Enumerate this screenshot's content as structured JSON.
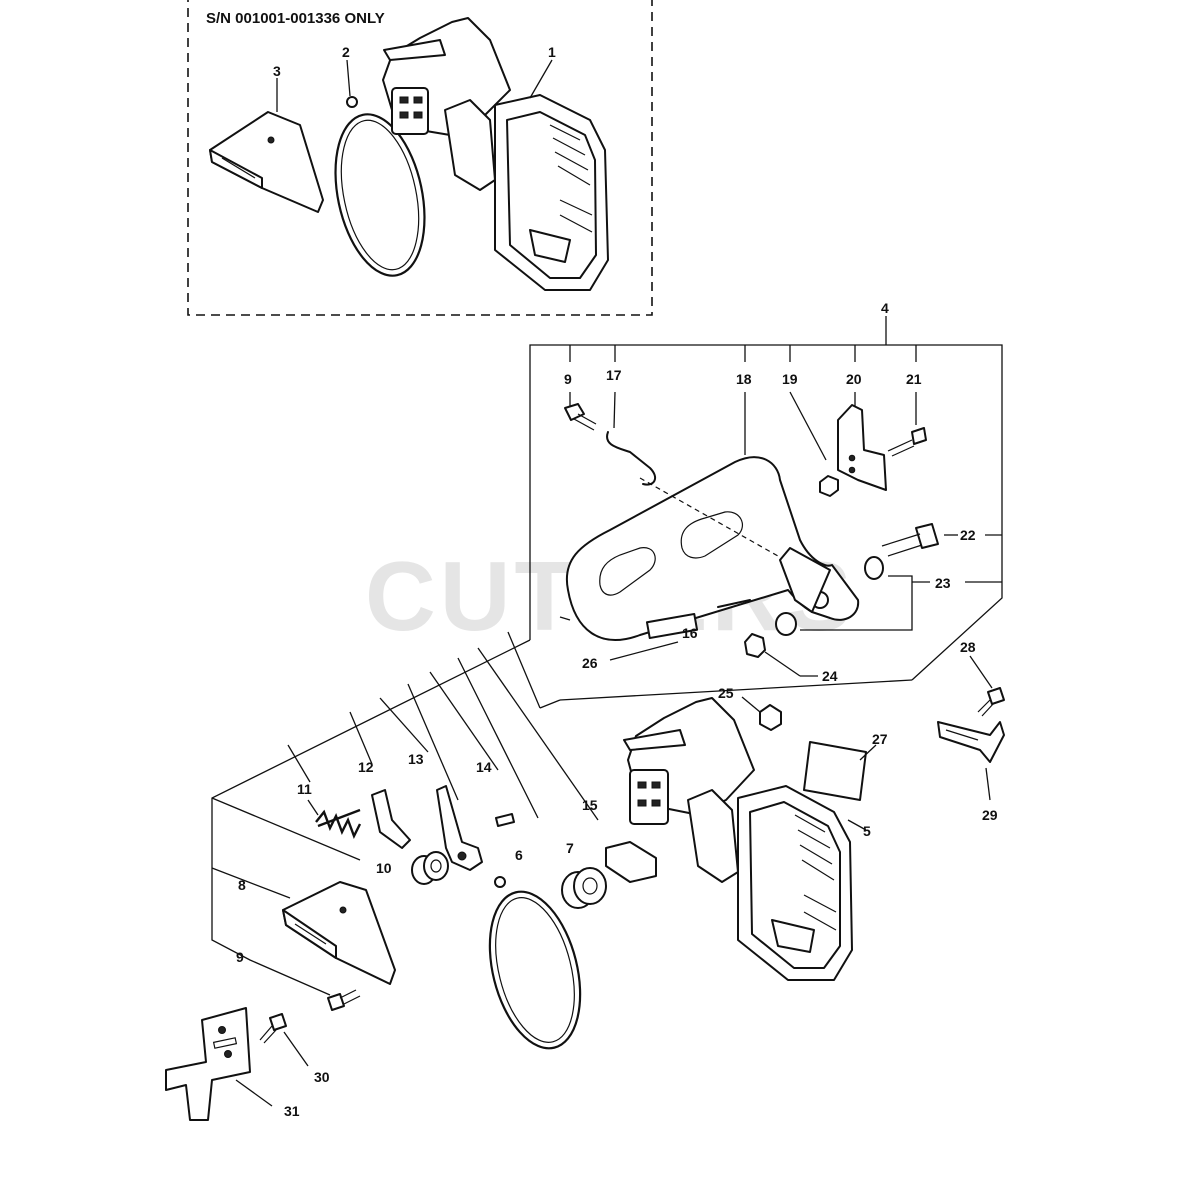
{
  "inset_note": "S/N 001001-001336 ONLY",
  "watermark": "CUTLERS",
  "callouts": {
    "c1": "1",
    "c2": "2",
    "c3": "3",
    "c4": "4",
    "c5": "5",
    "c6": "6",
    "c7": "7",
    "c8": "8",
    "c9a": "9",
    "c9b": "9",
    "c10": "10",
    "c11": "11",
    "c12": "12",
    "c13": "13",
    "c14": "14",
    "c15": "15",
    "c16": "16",
    "c17": "17",
    "c18": "18",
    "c19": "19",
    "c20": "20",
    "c21": "21",
    "c22": "22",
    "c23": "23",
    "c24": "24",
    "c25": "25",
    "c26": "26",
    "c27": "27",
    "c28": "28",
    "c29": "29",
    "c30": "30",
    "c31": "31"
  },
  "colors": {
    "line": "#111111",
    "background": "#ffffff",
    "watermark": "#d0d0d0"
  }
}
